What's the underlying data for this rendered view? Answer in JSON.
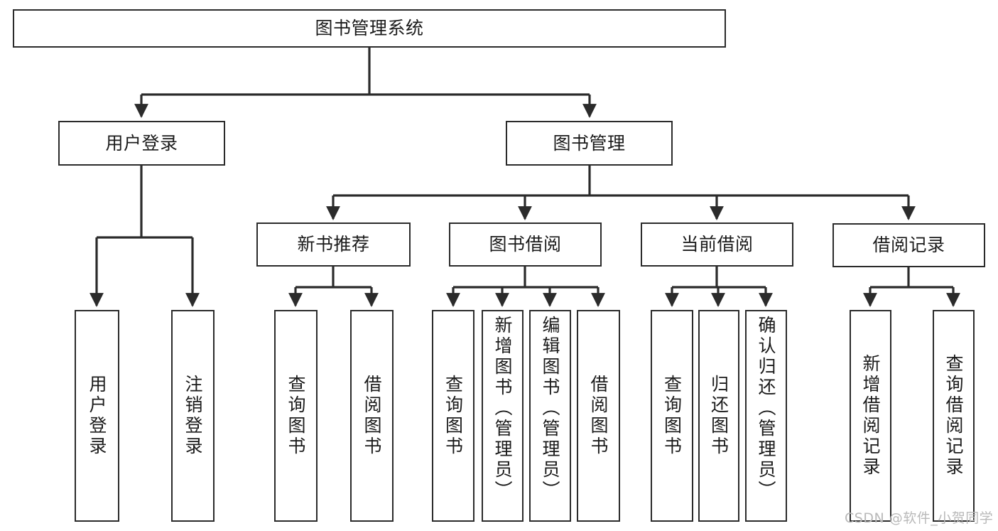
{
  "diagram": {
    "title": "图书管理系统",
    "type": "tree-hierarchy-diagram",
    "watermark": "CSDN @软件_小贺同学",
    "colors": {
      "box_border": "#2b2b2b",
      "box_fill": "#ffffff",
      "connector": "#2b2b2b",
      "text": "#1b1b1b",
      "watermark": "#b9b9b9"
    },
    "nodes": {
      "root": {
        "label": "图书管理系统"
      },
      "tier2": [
        {
          "label": "用户登录"
        },
        {
          "label": "图书管理"
        }
      ],
      "tier3": [
        {
          "label": "新书推荐"
        },
        {
          "label": "图书借阅"
        },
        {
          "label": "当前借阅"
        },
        {
          "label": "借阅记录"
        }
      ],
      "leaves": {
        "user_login": [
          {
            "label": "用户登录"
          },
          {
            "label": "注销登录"
          }
        ],
        "new_book_recommend": [
          {
            "label": "查询图书"
          },
          {
            "label": "借阅图书"
          }
        ],
        "book_borrow": [
          {
            "label": "查询图书"
          },
          {
            "label": "新增图书（管理员）"
          },
          {
            "label": "编辑图书（管理员）"
          },
          {
            "label": "借阅图书"
          }
        ],
        "current_borrow": [
          {
            "label": "查询图书"
          },
          {
            "label": "归还图书"
          },
          {
            "label": "确认归还（管理员）"
          }
        ],
        "borrow_records": [
          {
            "label": "新增借阅记录"
          },
          {
            "label": "查询借阅记录"
          }
        ]
      }
    }
  }
}
